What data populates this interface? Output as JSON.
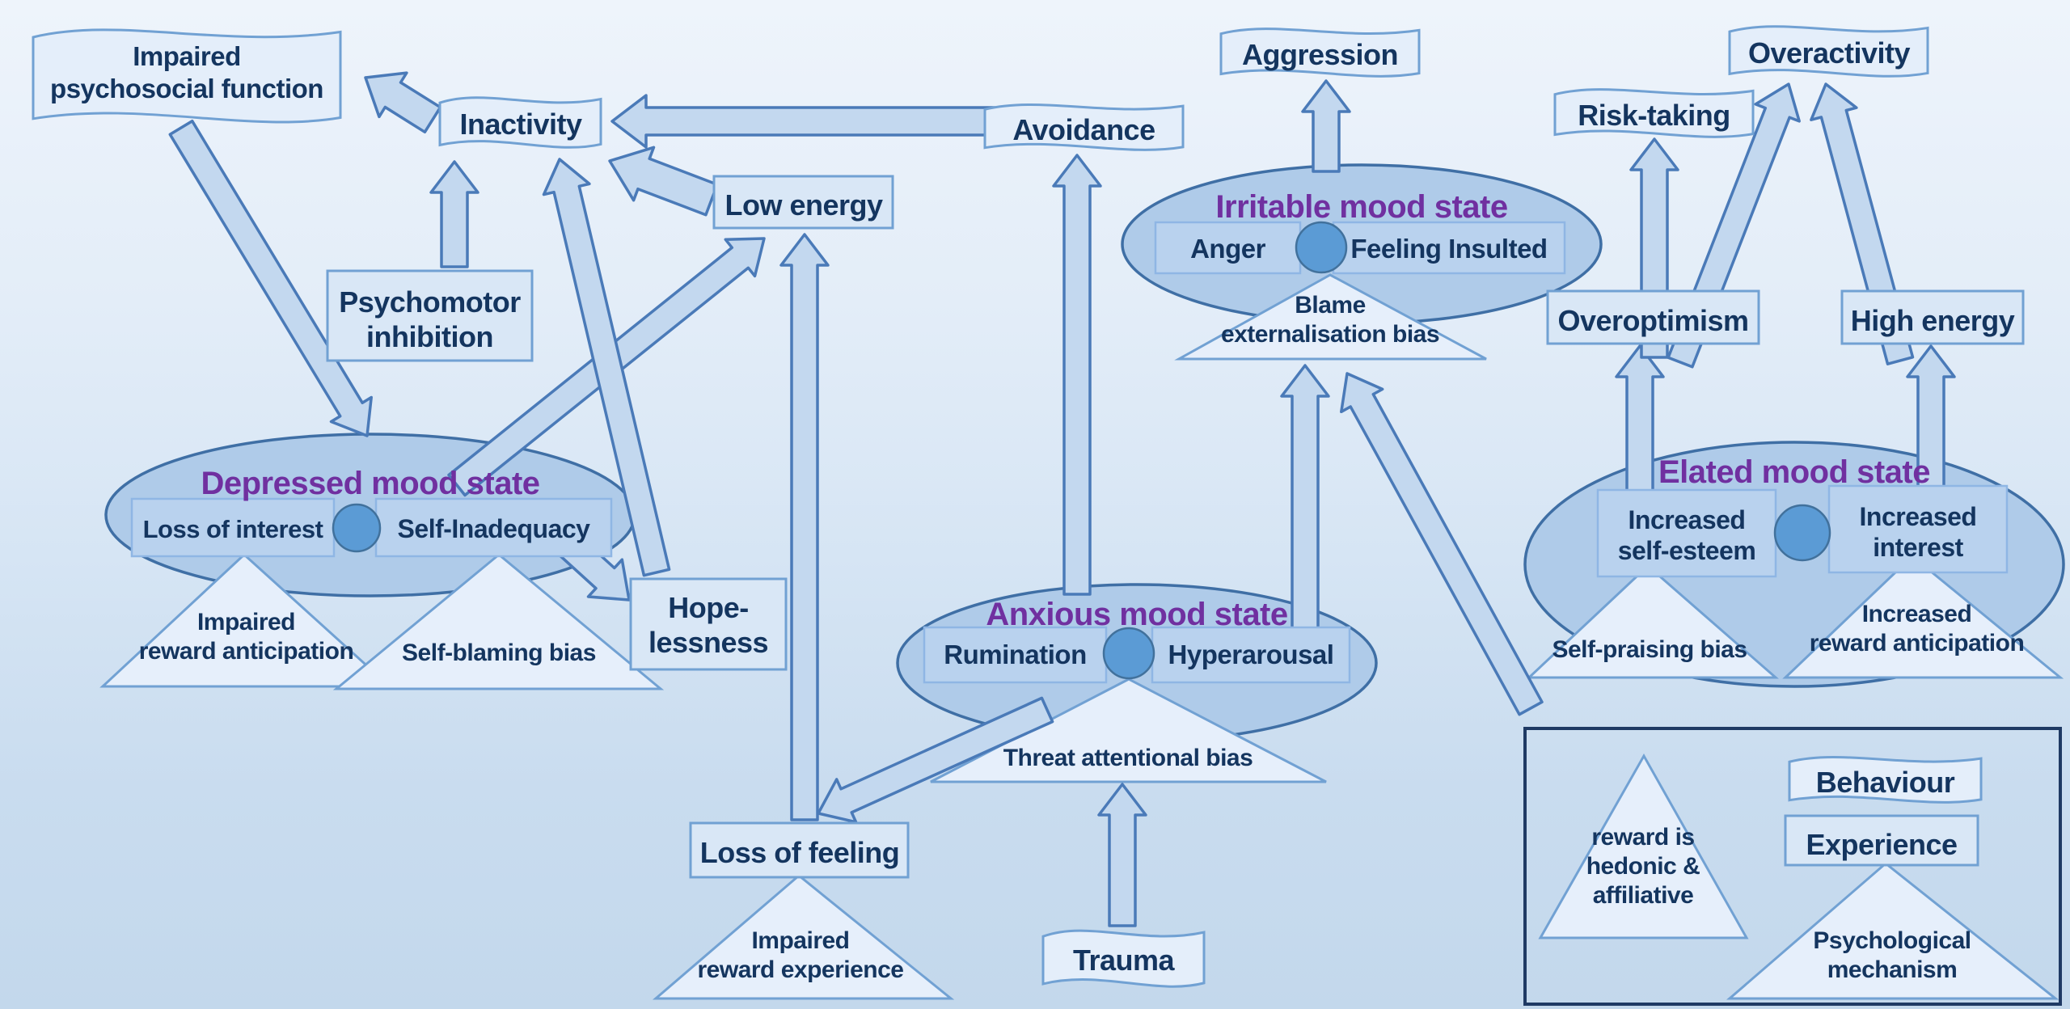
{
  "title": "Mood states, psychological mechanisms, experiences and behaviours diagram",
  "colors": {
    "mood_title_purple": "#7030a0",
    "text_navy": "#14355f",
    "ellipse_fill": "#afcbe9",
    "junction_circle_fill": "#5b9bd5",
    "triangle_fill": "#e6effb",
    "arrow_fill": "#c3d8ef",
    "shape_border_blue": "#71a1d3",
    "legend_frame": "#1f3a64"
  },
  "behaviours": {
    "impaired_psychosocial": [
      "Impaired",
      "psychosocial function"
    ],
    "inactivity": "Inactivity",
    "avoidance": "Avoidance",
    "aggression": "Aggression",
    "risk_taking": "Risk-taking",
    "overactivity": "Overactivity",
    "trauma": "Trauma"
  },
  "experiences": {
    "psychomotor_inhibition": [
      "Psychomotor",
      "inhibition"
    ],
    "low_energy": "Low energy",
    "hopelessness": [
      "Hope-",
      "lessness"
    ],
    "loss_of_feeling": "Loss of feeling",
    "overoptimism": "Overoptimism",
    "high_energy": "High energy"
  },
  "mood_states": {
    "depressed": {
      "title": "Depressed mood state",
      "left": "Loss of interest",
      "right": "Self-Inadequacy"
    },
    "irritable": {
      "title": "Irritable mood state",
      "left": "Anger",
      "right": "Feeling Insulted"
    },
    "anxious": {
      "title": "Anxious mood state",
      "left": "Rumination",
      "right": "Hyperarousal"
    },
    "elated": {
      "title": "Elated mood state",
      "left": [
        "Increased",
        "self-esteem"
      ],
      "right": [
        "Increased",
        "interest"
      ]
    }
  },
  "mechanisms": {
    "impaired_reward_anticipation": [
      "Impaired",
      "reward anticipation"
    ],
    "self_blaming": "Self-blaming bias",
    "threat_attentional": "Threat attentional bias",
    "blame_externalisation": [
      "Blame",
      "externalisation bias"
    ],
    "self_praising": "Self-praising bias",
    "increased_reward_anticipation": [
      "Increased",
      "reward anticipation"
    ],
    "impaired_reward_experience": [
      "Impaired",
      "reward experience"
    ]
  },
  "legend": {
    "reward_note": [
      "reward is",
      "hedonic &",
      "affiliative"
    ],
    "behaviour": "Behaviour",
    "experience": "Experience",
    "psychological_mechanism": [
      "Psychological",
      "mechanism"
    ]
  }
}
